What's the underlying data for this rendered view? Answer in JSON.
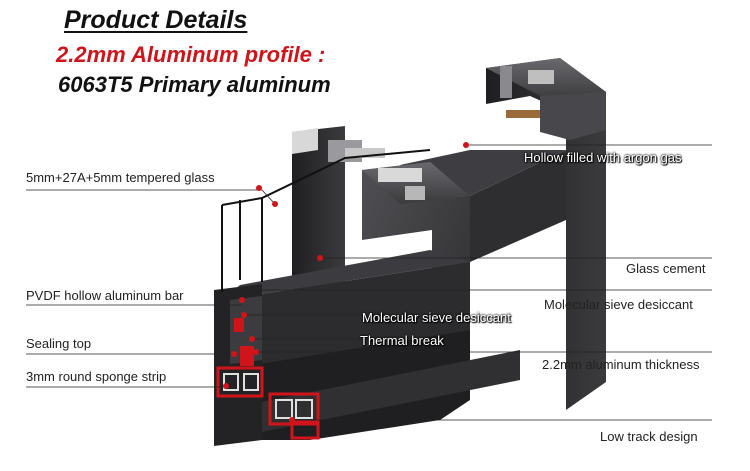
{
  "header": {
    "title": "Product Details",
    "subtitle_line1": "2.2mm Aluminum profile :",
    "subtitle_line2": "6063T5 Primary aluminum"
  },
  "callouts": {
    "tempered_glass": "5mm+27A+5mm tempered glass",
    "argon_gas": "Hollow filled with argon gas",
    "glass_cement": "Glass cement",
    "pvdf_bar": "PVDF hollow aluminum bar",
    "desiccant_inner": "Molecular sieve desiccant",
    "desiccant_outer": "Molecular sieve desiccant",
    "sealing_top": "Sealing top",
    "thermal_break": "Thermal break",
    "aluminum_thickness": "2.2mm aluminum thickness",
    "sponge_strip": "3mm round sponge strip",
    "low_track": "Low track design"
  },
  "colors": {
    "accent_red": "#d0141a",
    "profile_dark": "#2a2a2c",
    "profile_mid": "#3a3a3d",
    "profile_light": "#4a4a4e"
  }
}
